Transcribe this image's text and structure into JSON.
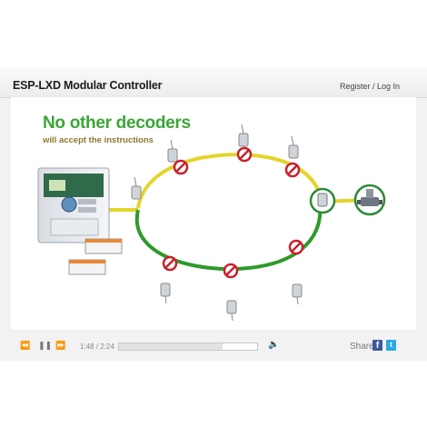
{
  "window": {
    "title": "ESP-LXD Modular Controller",
    "register_label": "Register / Log In"
  },
  "video": {
    "headline": "No other decoders",
    "subline": "will accept the instructions",
    "colors": {
      "headline_green": "#3aa635",
      "subline_olive": "#8a7a2e",
      "wire_yellow": "#e3d42a",
      "wire_green": "#2f9a2b",
      "blocked_red": "#c8202c",
      "highlight_green": "#2e8b3a"
    }
  },
  "controls": {
    "rewind_icon": "⏪",
    "pause_icon": "❚❚",
    "forward_icon": "⏩",
    "current_time": "1:48",
    "total_time": "2:24",
    "time_separator": " / ",
    "progress": 0.75,
    "volume_icon": "🔈",
    "share_label": "Share",
    "facebook_glyph": "f",
    "twitter_glyph": "t"
  }
}
